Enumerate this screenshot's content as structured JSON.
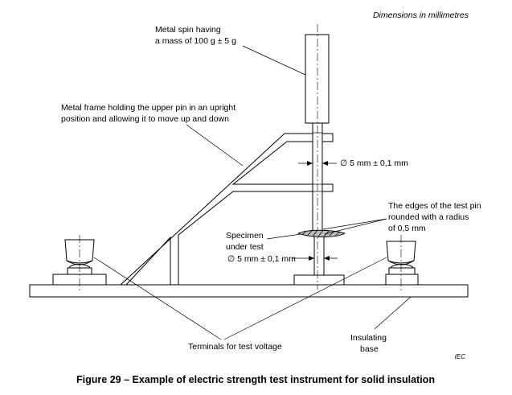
{
  "header": {
    "units_note": "Dimensions in millimetres"
  },
  "labels": {
    "metal_spin": [
      "Metal spin having",
      "a mass of 100 g ± 5 g"
    ],
    "metal_frame": [
      "Metal frame holding the upper pin in an upright",
      "position and allowing it to move up and down"
    ],
    "upper_pin_diameter": "∅ 5 mm ± 0,1 mm",
    "test_pin_edges": [
      "The edges of the test pin",
      "rounded with a radius",
      "of 0,5 mm"
    ],
    "specimen": [
      "Specimen",
      "under test"
    ],
    "lower_pin_diameter": "∅ 5 mm ± 0,1 mm",
    "terminals": "Terminals for test voltage",
    "insulating_base": [
      "Insulating",
      "base"
    ]
  },
  "source_mark": "IEC",
  "caption": "Figure 29 – Example of electric strength test instrument for solid insulation"
}
